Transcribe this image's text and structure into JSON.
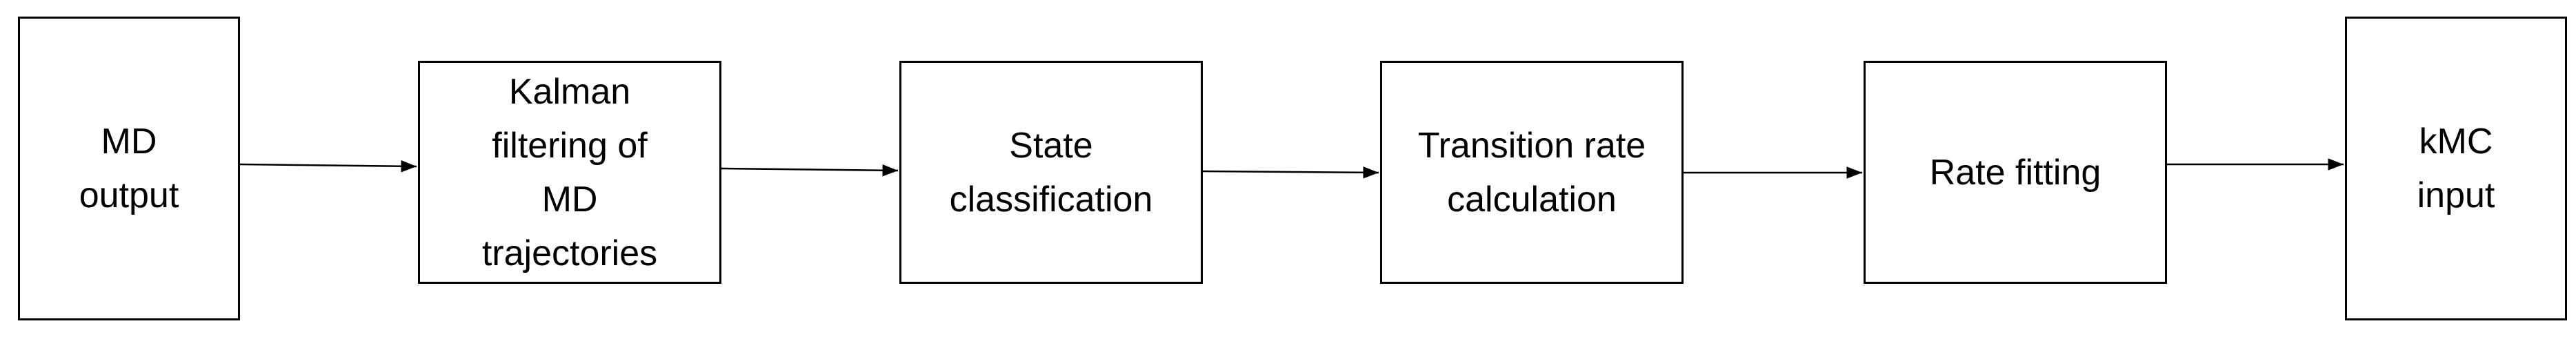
{
  "diagram": {
    "nodes": [
      {
        "id": "md-output",
        "label": "MD\noutput"
      },
      {
        "id": "kalman",
        "label": "Kalman\nfiltering of\nMD\ntrajectories"
      },
      {
        "id": "state",
        "label": "State\nclassification"
      },
      {
        "id": "transition",
        "label": "Transition rate\ncalculation"
      },
      {
        "id": "rate-fitting",
        "label": "Rate fitting"
      },
      {
        "id": "kmc-input",
        "label": "kMC\ninput"
      }
    ],
    "edges": [
      {
        "from": "md-output",
        "to": "kalman"
      },
      {
        "from": "kalman",
        "to": "state"
      },
      {
        "from": "state",
        "to": "transition"
      },
      {
        "from": "transition",
        "to": "rate-fitting"
      },
      {
        "from": "rate-fitting",
        "to": "kmc-input"
      }
    ],
    "colors": {
      "stroke": "#000000",
      "fill": "#ffffff",
      "text": "#000000"
    }
  }
}
